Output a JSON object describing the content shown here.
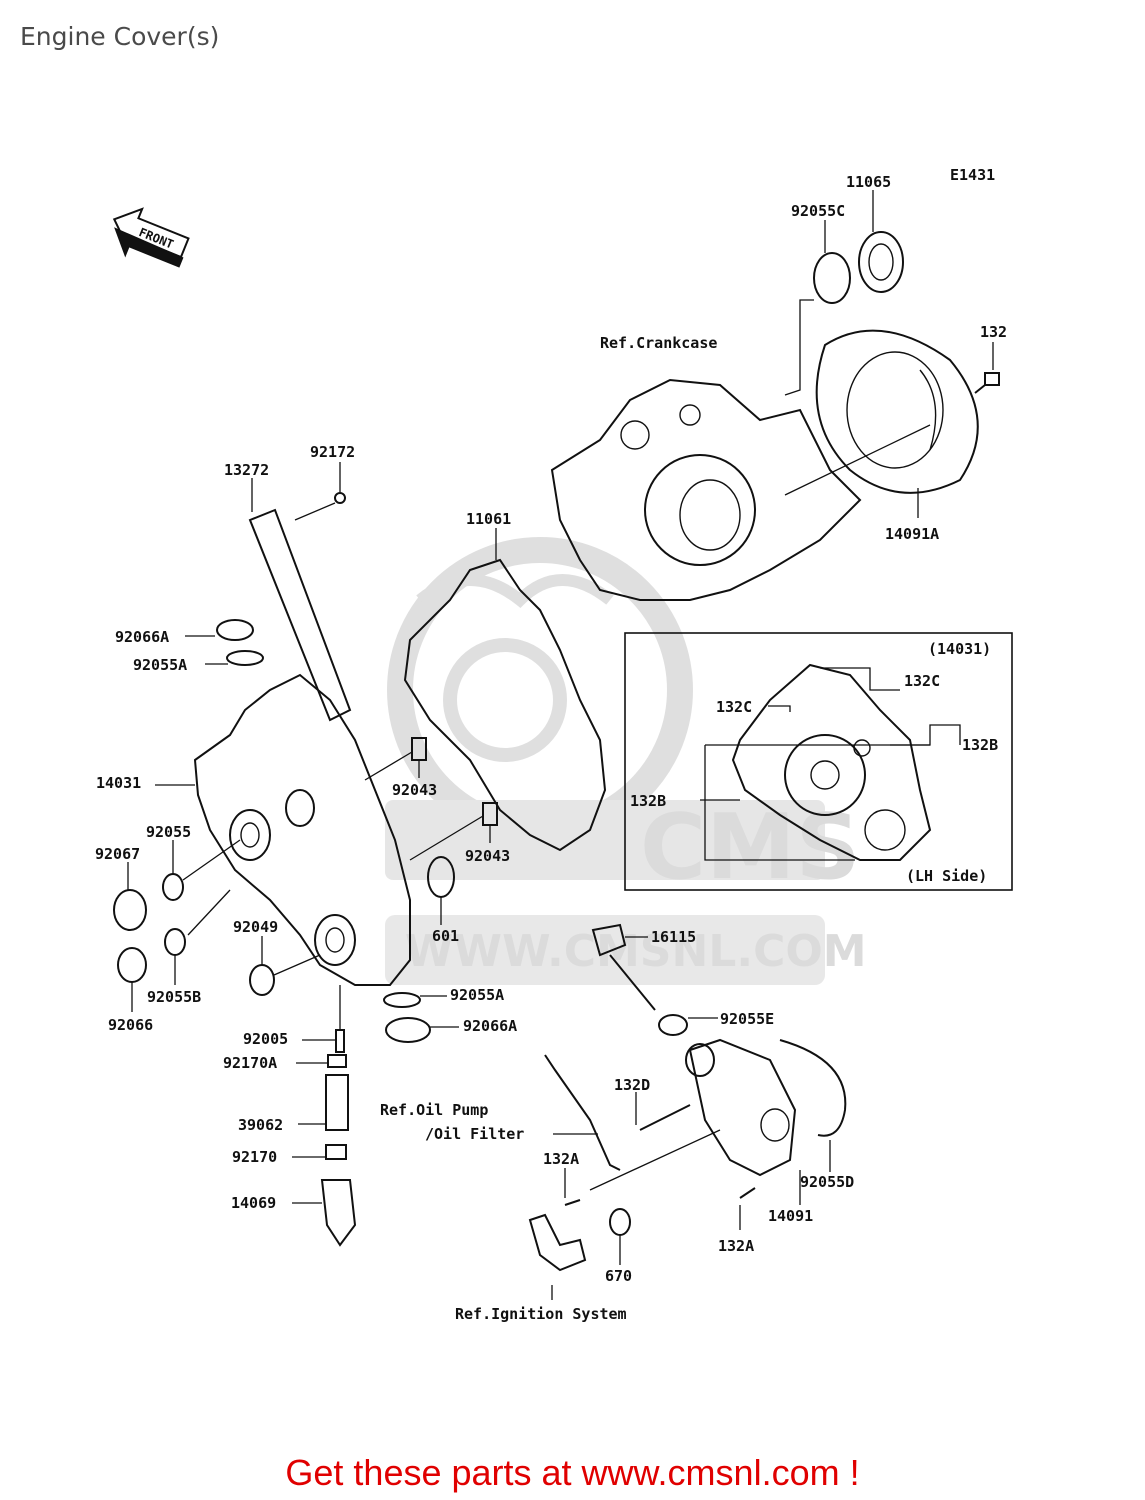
{
  "title": "Engine Cover(s)",
  "diagram_code": "E1431",
  "front_label": "FRONT",
  "refs": {
    "crankcase": "Ref.Crankcase",
    "oil_pump_1": "Ref.Oil Pump",
    "oil_pump_2": "/Oil Filter",
    "ignition": "Ref.Ignition System"
  },
  "inset": {
    "title": "(14031)",
    "side": "(LH Side)",
    "labels": [
      "132C",
      "132C",
      "132B",
      "132B"
    ]
  },
  "parts": {
    "p11065": "11065",
    "p92055C": "92055C",
    "p132": "132",
    "p14091A": "14091A",
    "p92172": "92172",
    "p13272": "13272",
    "p11061": "11061",
    "p92066A_top": "92066A",
    "p92055A_top": "92055A",
    "p14031": "14031",
    "p92043_a": "92043",
    "p92043_b": "92043",
    "p92055": "92055",
    "p92067": "92067",
    "p601": "601",
    "p92049": "92049",
    "p16115": "16115",
    "p92055B": "92055B",
    "p92066": "92066",
    "p92055A_bot": "92055A",
    "p92066A_bot": "92066A",
    "p92055E": "92055E",
    "p92005": "92005",
    "p92170A": "92170A",
    "p132D": "132D",
    "p39062": "39062",
    "p92170": "92170",
    "p132A_a": "132A",
    "p92055D": "92055D",
    "p14069": "14069",
    "p14091": "14091",
    "p132A_b": "132A",
    "p670": "670"
  },
  "watermark": {
    "brand": "CMS",
    "url": "WWW.CMSNL.COM"
  },
  "footer": "Get these parts at www.cmsnl.com !"
}
